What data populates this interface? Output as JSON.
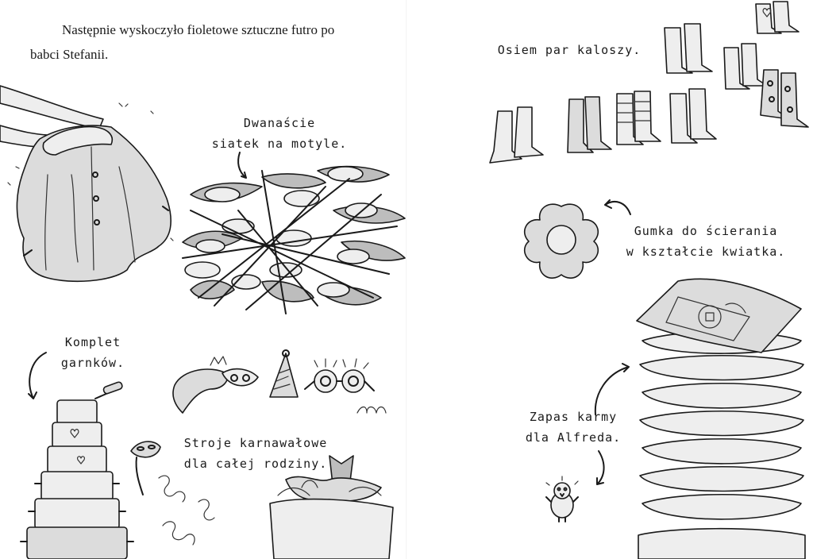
{
  "left_page": {
    "intro_line1": "Następnie wyskoczyło fioletowe sztuczne futro po",
    "intro_line2": "babci Stefanii.",
    "nets_label_line1": "Dwanaście",
    "nets_label_line2": "siatek na motyle.",
    "pots_label_line1": "Komplet",
    "pots_label_line2": "garnków.",
    "costumes_label_line1": "Stroje karnawałowe",
    "costumes_label_line2": "dla całej rodziny."
  },
  "right_page": {
    "boots_label": "Osiem par kaloszy.",
    "eraser_label_line1": "Gumka do ścierania",
    "eraser_label_line2": "w kształcie kwiatka.",
    "food_label_line1": "Zapas karmy",
    "food_label_line2": "dla Alfreda."
  }
}
